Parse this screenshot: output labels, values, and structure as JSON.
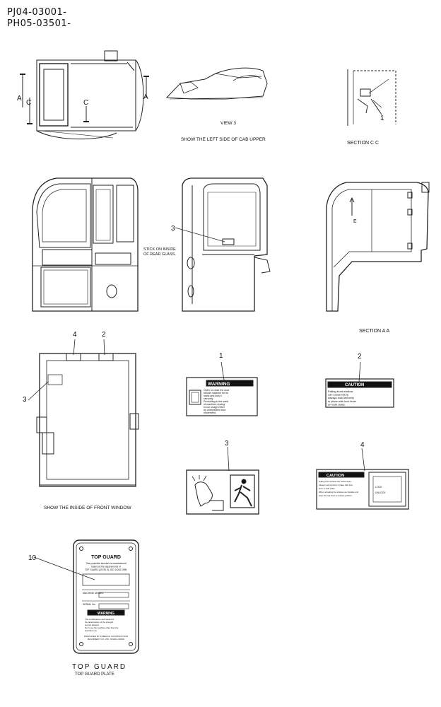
{
  "header": {
    "serial_1": "PJ04-03001-",
    "serial_2": "PH05-03501-"
  },
  "captions": {
    "view_3": "VIEW 3",
    "left_side": "SHOW THE LEFT SIDE OF CAB UPPER",
    "section_cc": "SECTION C C",
    "section_aa": "SECTION A A",
    "rear_glass_1": "STICK ON INSIDE",
    "rear_glass_2": "OF REAR GLASS.",
    "front_window": "SHOW THE INSIDE OF FRONT WINDOW"
  },
  "markers": {
    "a": "A",
    "c": "C",
    "e": "E"
  },
  "callouts": {
    "n1": "1",
    "n2": "2",
    "n3": "3",
    "n4": "4",
    "n10": "10"
  },
  "decals": {
    "warning_header": "WARNING",
    "warning_lines": [
      "Open or close the door",
      "beside machine for its",
      "static and lock it",
      "securely.",
      "Protruding in the sand",
      "of machine moving",
      "to our usage either",
      "by unexpected door",
      "movement."
    ],
    "caution_header": "CAUTION",
    "caution2_lines": [
      "Falling front window",
      "can cause injury.",
      "Always lock securely",
      "in place with lock lever",
      "on both sides."
    ],
    "caution4_lines": [
      "Pulling front window can cause injury.",
      "Always lock securely in place with lock",
      "lever in both sides.",
      "When unlocking the window use handles and",
      "keep the lock lever to release position."
    ],
    "caution4_lock": "LOCK",
    "caution4_unlock": "UNLOCK"
  },
  "top_guard": {
    "plate_title": "TOP GUARD",
    "statement_lines": [
      "This protective structure is manufactured",
      "based on the requirements of",
      "TOP GUARD (LEVEL II), ISO 10262:1998."
    ],
    "machine_model": "MACHINE MODEL",
    "serial_no": "SERIAL No.",
    "warning": "WARNING",
    "warning_lines": [
      "The modifications and repairs of",
      "the deterioration of the strength",
      "are not allowed.",
      "Don't use the machine other than the",
      "specified use."
    ],
    "maker_lines": [
      "PRODUCED BY KOBELCO CONSTRUCTION",
      "MACHINERY CO.,LTD. OKADA JAPAN"
    ],
    "caption_title": "TOP GUARD",
    "caption_sub": "TOP GUARD PLATE"
  }
}
